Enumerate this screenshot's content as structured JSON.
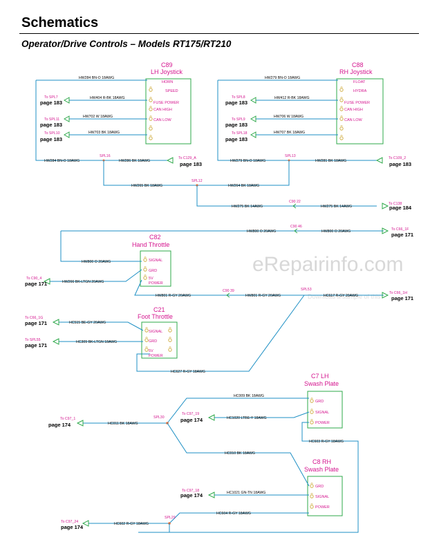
{
  "header": {
    "title": "Schematics",
    "subtitle": "Operator/Drive Controls – Models RT175/RT210"
  },
  "watermark": {
    "site": "eRepairinfo.com",
    "tagline": "Download a sample of this"
  },
  "connectors": {
    "c89": {
      "id": "C89",
      "name": "LH Joystick",
      "horn": "HORN",
      "speed": "SPEED",
      "pins": [
        "FUSE POWER",
        "CAN HIGH",
        "CAN LOW"
      ]
    },
    "c88": {
      "id": "C88",
      "name": "RH Joystick",
      "float": "FLOAT",
      "hydra": "HYDRA",
      "pins": [
        "FUSE POWER",
        "CAN HIGH",
        "CAN LOW"
      ]
    },
    "c82": {
      "id": "C82",
      "name": "Hand Throttle",
      "pins": [
        "SIGNAL",
        "GRD",
        "5V",
        "POWER"
      ]
    },
    "c21": {
      "id": "C21",
      "name": "Foot Throttle",
      "pins": [
        "SIGNAL",
        "GRD",
        "5V",
        "POWER"
      ]
    },
    "c7": {
      "id": "C7 LH",
      "name": "Swash Plate",
      "pins": [
        "GRD",
        "SIGNAL",
        "POWER"
      ]
    },
    "c8": {
      "id": "C8 RH",
      "name": "Swash Plate",
      "pins": [
        "GRD",
        "SIGNAL",
        "POWER"
      ]
    }
  },
  "wires": {
    "hw284_top": "HW284 BN-O 18AWG",
    "hw404": "HW404 R-BK 18AWG",
    "hw702": "HW702 W 18AWG",
    "hw703": "HW703 BK 18AWG",
    "hw284_bot": "HW284 BN-O 18AWG",
    "hw286": "HW286 BK 18AWG",
    "hw279_top": "HW279 BN-O 18AWG",
    "hw412": "HW412 R-BK 18AWG",
    "hw706": "HW706 W 18AWG",
    "hw707": "HW707 BK 18AWG",
    "hw279_bot": "HW279 BN-O 18AWG",
    "hw281": "HW281 BK 18AWG",
    "hw265": "HW265 BK 18AWG",
    "hw264": "HW264 BK 18AWG",
    "hw275_a": "HW275 BK 14AWG",
    "hw275_b": "HW275 BK 14AWG",
    "hw800_a": "HW800 O 20AWG",
    "hw800_b": "HW800 O 20AWG",
    "hw800_c": "HW800 O 20AWG",
    "hw266": "HW266 BK-LTGN 20AWG",
    "hw801_a": "HW801 R-GY 20AWG",
    "hw801_b": "HW801 R-GY 20AWG",
    "hc617": "HC617 R-GY 20AWG",
    "hc515": "HC515 BE-GY 20AWG",
    "hc309": "HC309 BK-LTGN 18AWG",
    "hc627": "HC627 R-GY 18AWG",
    "hc009": "HC009 BK 18AWG",
    "hc011": "HC011 BK 18AWG",
    "hc1020": "HC1020 LTBE-Y 18AWG",
    "hc603": "HC603 R-GY 18AWG",
    "hc010": "HC010 BK 18AWG",
    "hc1021": "HC1021 GN-TN 18AWG",
    "hc604": "HC604 R-GY 18AWG",
    "hc602": "HC602 R-GY 18AWG"
  },
  "splices": {
    "spl16": "SPL16",
    "spl12": "SPL12",
    "spl13": "SPL13",
    "spl53": "SPL53",
    "spl30": "SPL30",
    "spl29": "SPL29",
    "c90_22": "C90 22",
    "c90_46": "C90 46",
    "c90_39": "C90 39"
  },
  "refs": {
    "spl7": {
      "to": "To SPL7",
      "page": "page 183"
    },
    "spl11": {
      "to": "To SPL11",
      "page": "page 183"
    },
    "spl10": {
      "to": "To SPL10",
      "page": "page 183"
    },
    "c129": {
      "to": "To C129_A",
      "page": "page 183"
    },
    "spl8": {
      "to": "To SPL8",
      "page": "page 183"
    },
    "spl9": {
      "to": "To SPL9",
      "page": "page 183"
    },
    "spl18": {
      "to": "To SPL18",
      "page": "page 183"
    },
    "c109": {
      "to": "To C109_2",
      "page": "page 183"
    },
    "c138": {
      "to": "To C138",
      "page": "page 184"
    },
    "c66_1f": {
      "to": "To C66_1F",
      "page": "page 171"
    },
    "c90_4": {
      "to": "To C90_4",
      "page": "page 171"
    },
    "c66_1h": {
      "to": "To C66_1H",
      "page": "page 171"
    },
    "c66_1g": {
      "to": "To C66_1G",
      "page": "page 171"
    },
    "spl55": {
      "to": "To SPL55",
      "page": "page 171"
    },
    "c97_1": {
      "to": "To C97_1",
      "page": "page 174"
    },
    "c97_19": {
      "to": "To C97_19",
      "page": "page 174"
    },
    "c97_18": {
      "to": "To C97_18",
      "page": "page 174"
    },
    "c97_24": {
      "to": "To C97_24",
      "page": "page 174"
    }
  }
}
